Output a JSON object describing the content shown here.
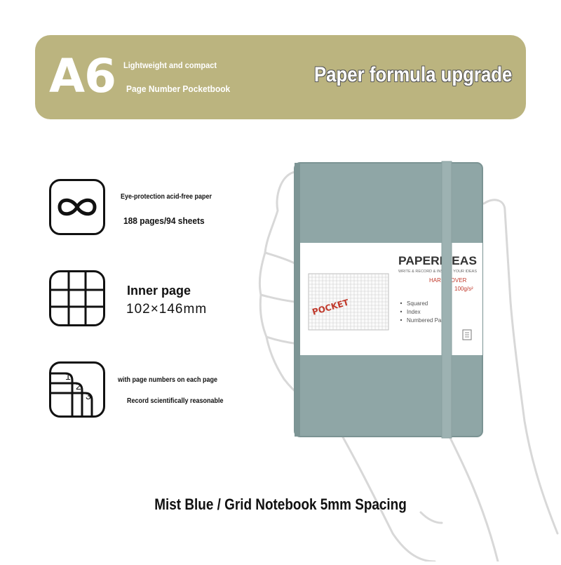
{
  "banner": {
    "size_mark": "A6",
    "line1": "Lightweight and compact",
    "line2": "Page Number Pocketbook",
    "slogan": "Paper formula upgrade",
    "color": "#bbb47f"
  },
  "features": [
    {
      "icon": "infinity-icon",
      "line1": "Eye-protection acid-free paper",
      "line2": "188 pages/94 sheets"
    },
    {
      "icon": "grid-icon",
      "line1": "Inner page",
      "line2": "102×146mm"
    },
    {
      "icon": "page-number-icon",
      "line1": "with page numbers on each page",
      "line2": "Record scientifically reasonable",
      "icon_digits": [
        "1",
        "2",
        "3"
      ]
    }
  ],
  "product": {
    "brand": "PAPERIDEAS",
    "tagline": "WRITE & RECORD & INSPIRE YOUR IDEAS",
    "cover_type": "HARD COVER",
    "paper_weight": "100g/s²",
    "stamp": "POCKET",
    "bullets": [
      "Squared",
      "Index",
      "Numbered Pages"
    ],
    "cover_color": "#8fa6a6"
  },
  "caption": "Mist Blue / Grid Notebook 5mm Spacing"
}
